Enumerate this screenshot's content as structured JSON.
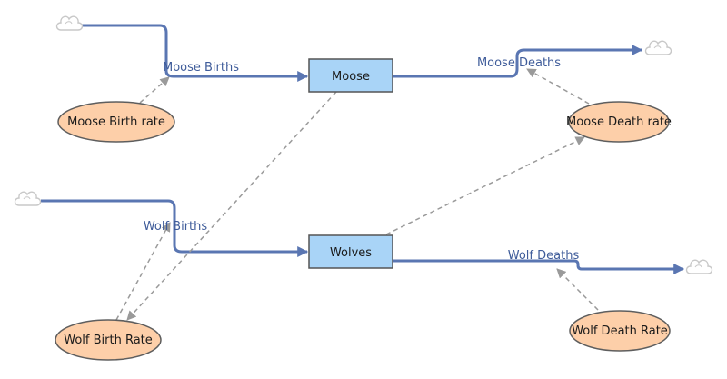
{
  "colors": {
    "flow": "#5a76b2",
    "flow_label": "#3f5c9a",
    "stock_fill": "#a9d4f7",
    "stock_stroke": "#555555",
    "aux_fill": "#fdcfa9",
    "aux_stroke": "#5e5e5e",
    "link": "#9a9a9a",
    "cloud": "#c8c8c8"
  },
  "stocks": {
    "moose": "Moose",
    "wolves": "Wolves"
  },
  "flows": {
    "moose_births": "Moose Births",
    "moose_deaths": "Moose Deaths",
    "wolf_births": "Wolf Births",
    "wolf_deaths": "Wolf Deaths"
  },
  "auxiliaries": {
    "moose_birth_rate": "Moose Birth rate",
    "moose_death_rate": "Moose Death rate",
    "wolf_birth_rate": "Wolf Birth Rate",
    "wolf_death_rate": "Wolf Death Rate"
  },
  "icons": {
    "source_sink": "cloud-icon"
  }
}
